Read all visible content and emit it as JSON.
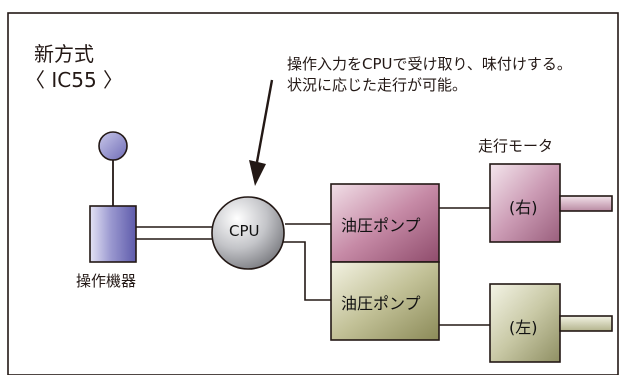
{
  "title": {
    "line1": "新方式",
    "line2": "〈 IC55 〉"
  },
  "annotation": {
    "line1": "操作入力をCPUで受け取り、味付けする。",
    "line2": "状況に応じた走行が可能。"
  },
  "labels": {
    "motor_group": "走行モータ",
    "control_device": "操作機器",
    "cpu": "CPU",
    "pump_upper": "油圧ポンプ",
    "pump_lower": "油圧ポンプ",
    "motor_right": "(右)",
    "motor_left": "(左)"
  },
  "colors": {
    "border": "#231815",
    "knob": "#8e8ccb",
    "control_device": "#7a78bd",
    "cpu": "#b6b7bb",
    "pump_upper": "#c690a9",
    "pump_lower": "#c2c29a",
    "motor_right": "#c99bb3",
    "motor_left": "#c5c6a4"
  }
}
